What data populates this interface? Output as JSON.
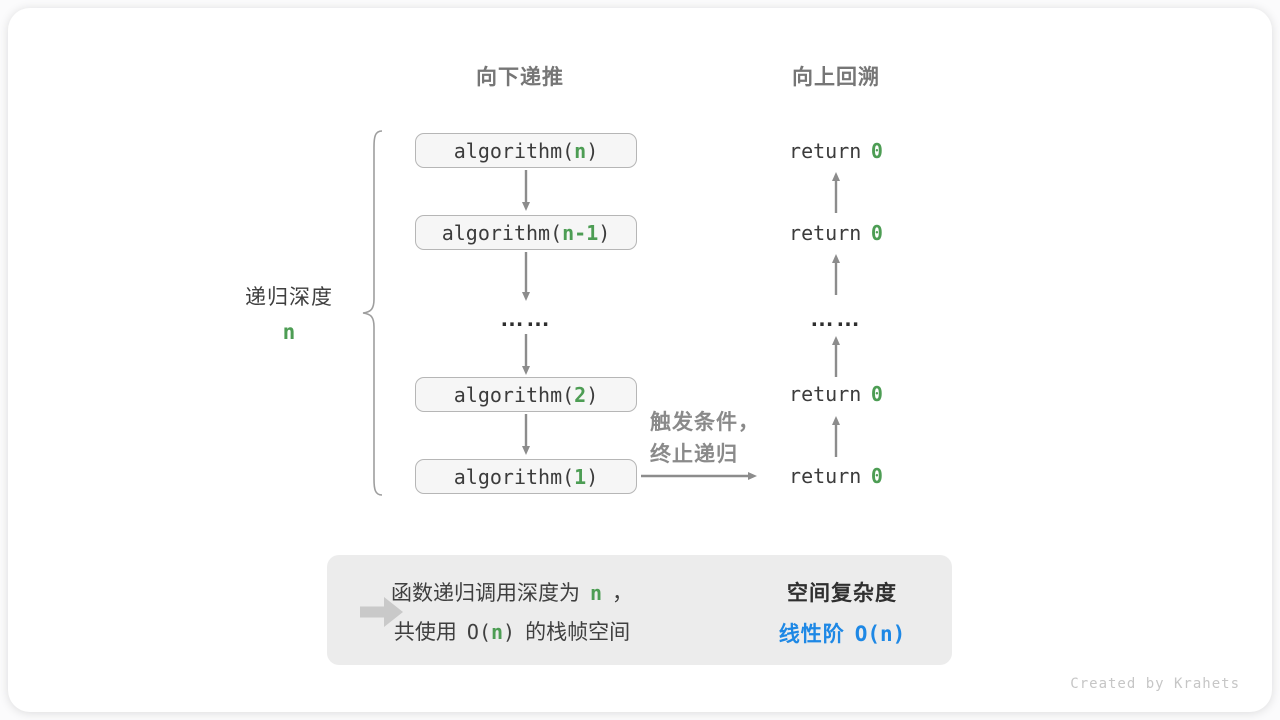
{
  "headers": {
    "downward": "向下递推",
    "upward": "向上回溯"
  },
  "depth": {
    "label": "递归深度",
    "value": "n"
  },
  "stack": {
    "boxes": [
      {
        "pre": "algorithm(",
        "arg": "n",
        "post": ")"
      },
      {
        "pre": "algorithm(",
        "arg": "n-1",
        "post": ")"
      },
      {
        "pre": "algorithm(",
        "arg": "2",
        "post": ")"
      },
      {
        "pre": "algorithm(",
        "arg": "1",
        "post": ")"
      }
    ],
    "ellipsis": "……"
  },
  "returns": {
    "items": [
      {
        "pre": "return",
        "val": "0"
      },
      {
        "pre": "return",
        "val": "0"
      },
      {
        "pre": "return",
        "val": "0"
      },
      {
        "pre": "return",
        "val": "0"
      }
    ],
    "ellipsis": "……"
  },
  "trigger": {
    "line1": "触发条件，",
    "line2": "终止递归"
  },
  "summary": {
    "left_line1": {
      "pre": "函数递归调用深度为",
      "n": "n",
      "post": "，"
    },
    "left_line2": {
      "pre": "共使用",
      "code_open": "O(",
      "n": "n",
      "code_close": ")",
      "post": "的栈帧空间"
    },
    "right_title": "空间复杂度",
    "right_result": {
      "cjk": "线性阶",
      "code": "O(n)"
    }
  },
  "footer": "Created by Krahets",
  "colors": {
    "green": "#4d9d54",
    "blue": "#1e88e5",
    "arrow_gray": "#8c8c8c",
    "box_fill": "#f6f6f6",
    "panel_fill": "#ececec"
  }
}
